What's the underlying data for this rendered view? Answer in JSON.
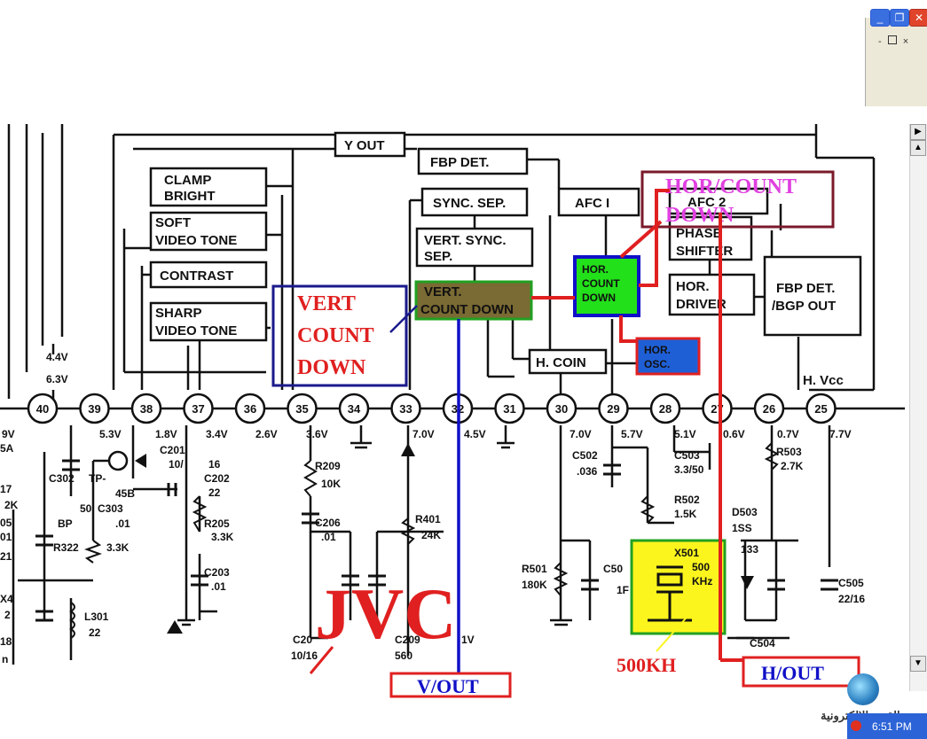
{
  "window": {
    "title_buttons": [
      "minimize",
      "restore",
      "close"
    ],
    "inner_buttons": [
      "-",
      " ",
      "×"
    ]
  },
  "blocks": {
    "y_out": "Y OUT",
    "fbp_det": "FBP DET.",
    "clamp_bright": [
      "CLAMP",
      "BRIGHT"
    ],
    "soft_video_tone": [
      "SOFT",
      "VIDEO TONE"
    ],
    "contrast": "CONTRAST",
    "sharp_video_tone": [
      "SHARP",
      "VIDEO TONE"
    ],
    "sync_sep": "SYNC. SEP.",
    "vert_sync_sep": [
      "VERT. SYNC.",
      "SEP."
    ],
    "vert_count_down": [
      "VERT.",
      "COUNT DOWN"
    ],
    "afc1": "AFC I",
    "afc2": "AFC 2",
    "phase_shifter": [
      "PHASE",
      "SHIFTER"
    ],
    "hor_driver": [
      "HOR.",
      "DRIVER"
    ],
    "fbp_det_bgp_out": [
      "FBP DET.",
      "/BGP OUT"
    ],
    "hor_count_down": [
      "HOR.",
      "COUNT",
      "DOWN"
    ],
    "h_coin": "H. COIN",
    "hor_osc": [
      "HOR.",
      "OSC."
    ],
    "h_vcc": "H. Vcc"
  },
  "pins": [
    "40",
    "39",
    "38",
    "37",
    "36",
    "35",
    "34",
    "33",
    "32",
    "31",
    "30",
    "29",
    "28",
    "27",
    "26",
    "25"
  ],
  "voltages": [
    "9V",
    "5.3V",
    "1.8V",
    "3.4V",
    "2.6V",
    "3.6V",
    "7.0V",
    "4.5V",
    "7.0V",
    "5.7V",
    "5.1V",
    "0.6V",
    "0.7V",
    "7.7V"
  ],
  "left_voltages": [
    "4.4V",
    "6.3V"
  ],
  "components": {
    "c201": "C201",
    "c201_val": "10/",
    "c202": "C202",
    "c202_val": "22",
    "c202_num": "16",
    "c302": "C302",
    "tp": "TP-",
    "tp_num": "45B",
    "c303": "C303",
    "c303_val": ".01",
    "c303_pre": "50",
    "bp": "BP",
    "r322": "R322",
    "r322_val": "3.3K",
    "r205": "R205",
    "r205_val": "3.3K",
    "c203": "C203",
    "c203_val": ".01",
    "r209": "R209",
    "r209_val": "10K",
    "c206": "C206",
    "c206_val": ".01",
    "c207": "C20",
    "c207_val": "10/16",
    "r401": "R401",
    "r401_val": "24K",
    "c209": "C209",
    "c209_val": "560",
    "pin_v": "1V",
    "r501": "R501",
    "r501_val": "180K",
    "c501": "C50",
    "c501_val": "1F",
    "c502": "C502",
    "c502_val": ".036",
    "c503": "C503",
    "c503_val": "3.3/50",
    "r502": "R502",
    "r502_val": "1.5K",
    "x501": "X501",
    "x501_val": "500",
    "x501_unit": "KHz",
    "d503": "D503",
    "d503_val": "1SS",
    "d503_num": "133",
    "r503": "R503",
    "r503_val": "2.7K",
    "c505": "C505",
    "c505_val": "22/16",
    "c504": "C504",
    "l301": "L301",
    "l301_val": "22",
    "left_frag": [
      "5A",
      "17",
      "2K",
      "05",
      "01",
      "21",
      "X4",
      "2",
      "18",
      "n"
    ]
  },
  "annotations": {
    "vert_count_down": [
      "VERT",
      "COUNT",
      "DOWN"
    ],
    "hor_count_down": [
      "HOR/COUNT",
      "DOWN"
    ],
    "brand": "JVC",
    "v_out": "V/OUT",
    "h_out": "H/OUT",
    "crystal": "500KH"
  },
  "colors": {
    "schematic": "#111111",
    "red": "#e02020",
    "blue": "#1010c8",
    "magenta": "#e040e0",
    "green_fill": "#22e01a",
    "olive_fill": "#7a6a33",
    "osc_fill": "#1f5fd6",
    "yellow_fill": "#fbf51d"
  },
  "taskbar": {
    "logo_text": "القرية الالكترونية",
    "time": "6:51 PM"
  }
}
